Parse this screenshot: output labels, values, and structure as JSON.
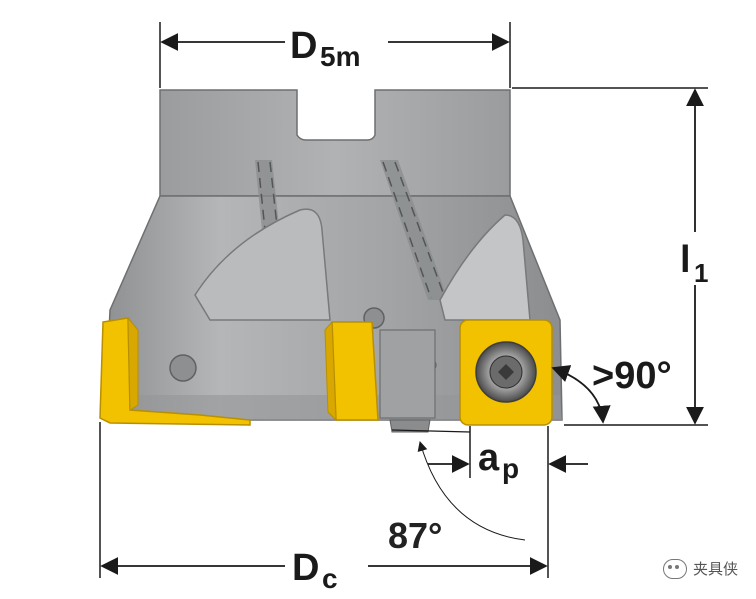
{
  "labels": {
    "d5m_main": "D",
    "d5m_sub": "5m",
    "l1_main": "l",
    "l1_sub": "1",
    "angle_90": ">90°",
    "ap_main": "a",
    "ap_sub": "p",
    "angle_87": "87°",
    "dc_main": "D",
    "dc_sub": "c"
  },
  "watermark": {
    "text": "夹具侠",
    "icon": "wechat-icon"
  },
  "colors": {
    "body_gray": "#a7a9ab",
    "body_light": "#bfc1c3",
    "body_dark": "#7d7f81",
    "insert_yellow": "#f2c100",
    "insert_edge": "#b88f00",
    "line": "#1a1a1a"
  }
}
